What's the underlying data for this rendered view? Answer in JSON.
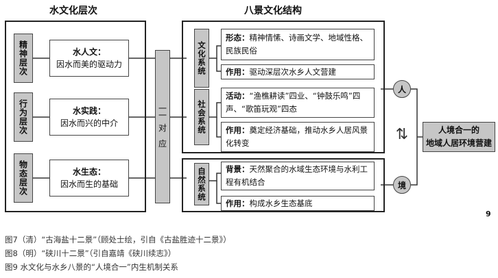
{
  "left": {
    "title": "水文化层次",
    "layers": [
      {
        "label": "精神层次",
        "heading": "水人文：",
        "text": "因水而美的驱动力"
      },
      {
        "label": "行为层次",
        "heading": "水实践：",
        "text": "因水而兴的中介"
      },
      {
        "label": "物态层次",
        "heading": "水生态：",
        "text": "因水而生的基础"
      }
    ]
  },
  "center": {
    "line1": "一一",
    "line2": "对",
    "line3": "应"
  },
  "right": {
    "title": "八景文化结构",
    "systems": [
      {
        "label": "文化系统",
        "items": [
          {
            "heading": "形态：",
            "text": "精神情愫、诗画文学、地域性格、民族民俗"
          },
          {
            "heading": "作用：",
            "text": "驱动深层次水乡人文营建"
          }
        ]
      },
      {
        "label": "社会系统",
        "items": [
          {
            "heading": "活动：",
            "text": "“渔樵耕读”四业、“钟鼓乐鸣”四声、“歌笛玩观”四态"
          },
          {
            "heading": "作用：",
            "text": "奠定经济基础，推动水乡人居风景化转变"
          }
        ]
      },
      {
        "label": "自然系统",
        "items": [
          {
            "heading": "背景：",
            "text": "天然聚合的水域生态环境与水利工程有机结合"
          },
          {
            "heading": "作用：",
            "text": "构成水乡生态基底"
          }
        ]
      }
    ]
  },
  "circles": {
    "top": "人",
    "bottom": "境",
    "arrows": "⇅"
  },
  "result": {
    "line1": "人境合一的",
    "line2": "地域人居环境营建"
  },
  "page_number": "9",
  "captions": [
    "图7（清）“古海盐十二景”（顾处士绘，引自《古盐胜迹十二景》）",
    "图8（明）“硖川十二景”（引自嘉靖《硖川续志》）",
    "图9  水文化与水乡八景的“人境合一”内生机制关系"
  ]
}
